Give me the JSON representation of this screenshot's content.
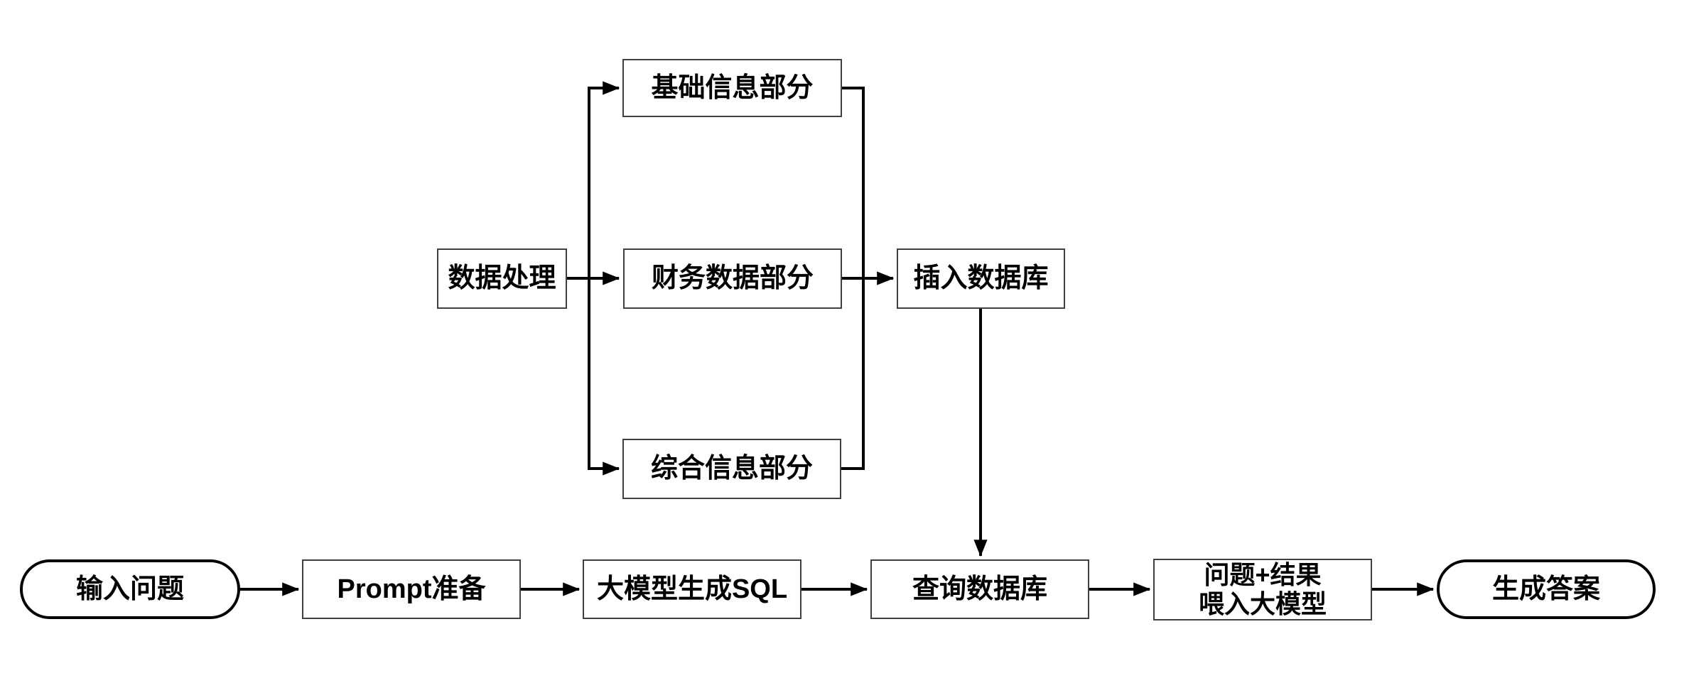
{
  "diagram": {
    "description": "Flowchart: data processing pipeline feeding a database, and a question-answering flow using a large model",
    "colors": {
      "background": "#ffffff",
      "connector_line": "#000000",
      "rect_border": "#404040",
      "stadium_border": "#000000",
      "text": "#000000"
    },
    "nodes": {
      "data_processing": {
        "label": "数据处理",
        "shape": "rect"
      },
      "basic_info": {
        "label": "基础信息部分",
        "shape": "rect"
      },
      "financial_data": {
        "label": "财务数据部分",
        "shape": "rect"
      },
      "comprehensive_info": {
        "label": "综合信息部分",
        "shape": "rect"
      },
      "insert_db": {
        "label": "插入数据库",
        "shape": "rect"
      },
      "input_question": {
        "label": "输入问题",
        "shape": "stadium"
      },
      "prompt_prep": {
        "label": "Prompt准备",
        "shape": "rect"
      },
      "llm_generate_sql": {
        "label": "大模型生成SQL",
        "shape": "rect"
      },
      "query_db": {
        "label": "查询数据库",
        "shape": "rect"
      },
      "question_plus_result": {
        "line1": "问题+结果",
        "line2": "喂入大模型",
        "shape": "rect"
      },
      "generate_answer": {
        "label": "生成答案",
        "shape": "stadium"
      }
    },
    "edges": [
      {
        "from": "data_processing",
        "to": "basic_info"
      },
      {
        "from": "data_processing",
        "to": "financial_data"
      },
      {
        "from": "data_processing",
        "to": "comprehensive_info"
      },
      {
        "from": "basic_info",
        "to": "insert_db"
      },
      {
        "from": "financial_data",
        "to": "insert_db"
      },
      {
        "from": "comprehensive_info",
        "to": "insert_db"
      },
      {
        "from": "insert_db",
        "to": "query_db"
      },
      {
        "from": "input_question",
        "to": "prompt_prep"
      },
      {
        "from": "prompt_prep",
        "to": "llm_generate_sql"
      },
      {
        "from": "llm_generate_sql",
        "to": "query_db"
      },
      {
        "from": "query_db",
        "to": "question_plus_result"
      },
      {
        "from": "question_plus_result",
        "to": "generate_answer"
      }
    ]
  }
}
